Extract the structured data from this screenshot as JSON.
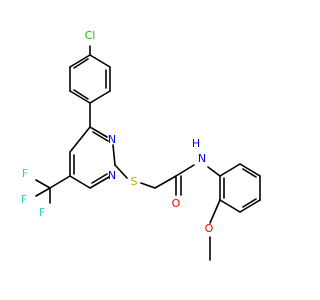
{
  "colors": {
    "bond": "#000000",
    "carbon": "#000000",
    "nitrogen": "#0000ff",
    "oxygen": "#ff0000",
    "sulfur": "#b2b200",
    "chlorine": "#00cc00",
    "fluorine": "#33cccc"
  },
  "atoms": [
    {
      "id": "Cl",
      "label": "Cl",
      "element": "chlorine"
    },
    {
      "id": "N_ring_top",
      "label": "N",
      "element": "nitrogen"
    },
    {
      "id": "N_ring_bottom",
      "label": "N",
      "element": "nitrogen"
    },
    {
      "id": "S",
      "label": "S",
      "element": "sulfur"
    },
    {
      "id": "NH",
      "label": "H",
      "element": "nitrogen"
    },
    {
      "id": "NH_N",
      "label": "N",
      "element": "nitrogen"
    },
    {
      "id": "O_carbonyl",
      "label": "O",
      "element": "oxygen"
    },
    {
      "id": "O_methoxy",
      "label": "O",
      "element": "oxygen"
    },
    {
      "id": "F1",
      "label": "F",
      "element": "fluorine"
    },
    {
      "id": "F2",
      "label": "F",
      "element": "fluorine"
    },
    {
      "id": "F3",
      "label": "F",
      "element": "fluorine"
    }
  ]
}
